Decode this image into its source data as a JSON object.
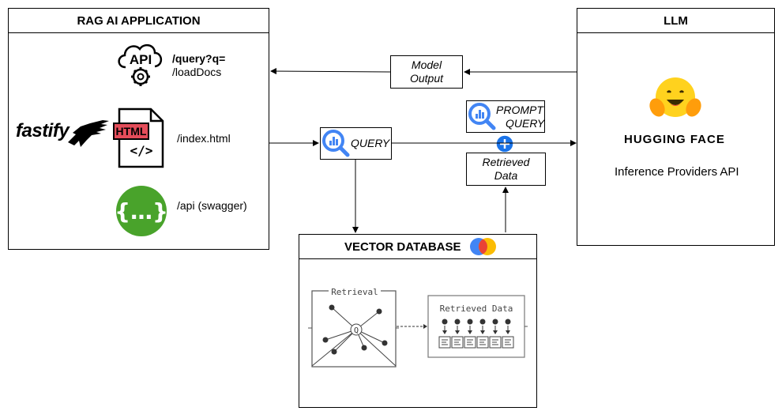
{
  "rag_app": {
    "title": "RAG AI APPLICATION",
    "endpoint_query": "/query?q=",
    "endpoint_load": "/loadDocs",
    "endpoint_index": "/index.html",
    "endpoint_api": "/api (swagger)",
    "fastify_logo": "fastify",
    "api_icon_text": "API",
    "html_icon_text": "HTML",
    "html_icon_tag": "</>",
    "swagger_icon_text": "{…}"
  },
  "llm": {
    "title": "LLM",
    "brand": "HUGGING FACE",
    "subtitle": "Inference Providers API"
  },
  "model_output": {
    "line1": "Model",
    "line2": "Output"
  },
  "query_node": {
    "label": "QUERY"
  },
  "prompt_node": {
    "line1": "PROMPT",
    "line2": "QUERY"
  },
  "retrieved_node": {
    "line1": "Retrieved",
    "line2": "Data"
  },
  "vector_db": {
    "title": "VECTOR DATABASE",
    "retrieval_label": "Retrieval",
    "retrieval_center": "Q",
    "retrieved_data_label": "Retrieved Data"
  },
  "colors": {
    "swagger_green": "#49a32b",
    "html_red": "#e44d5a",
    "google_blue": "#4285f4",
    "hf_yellow": "#ffd21e",
    "plus_blue": "#1a73e8"
  }
}
